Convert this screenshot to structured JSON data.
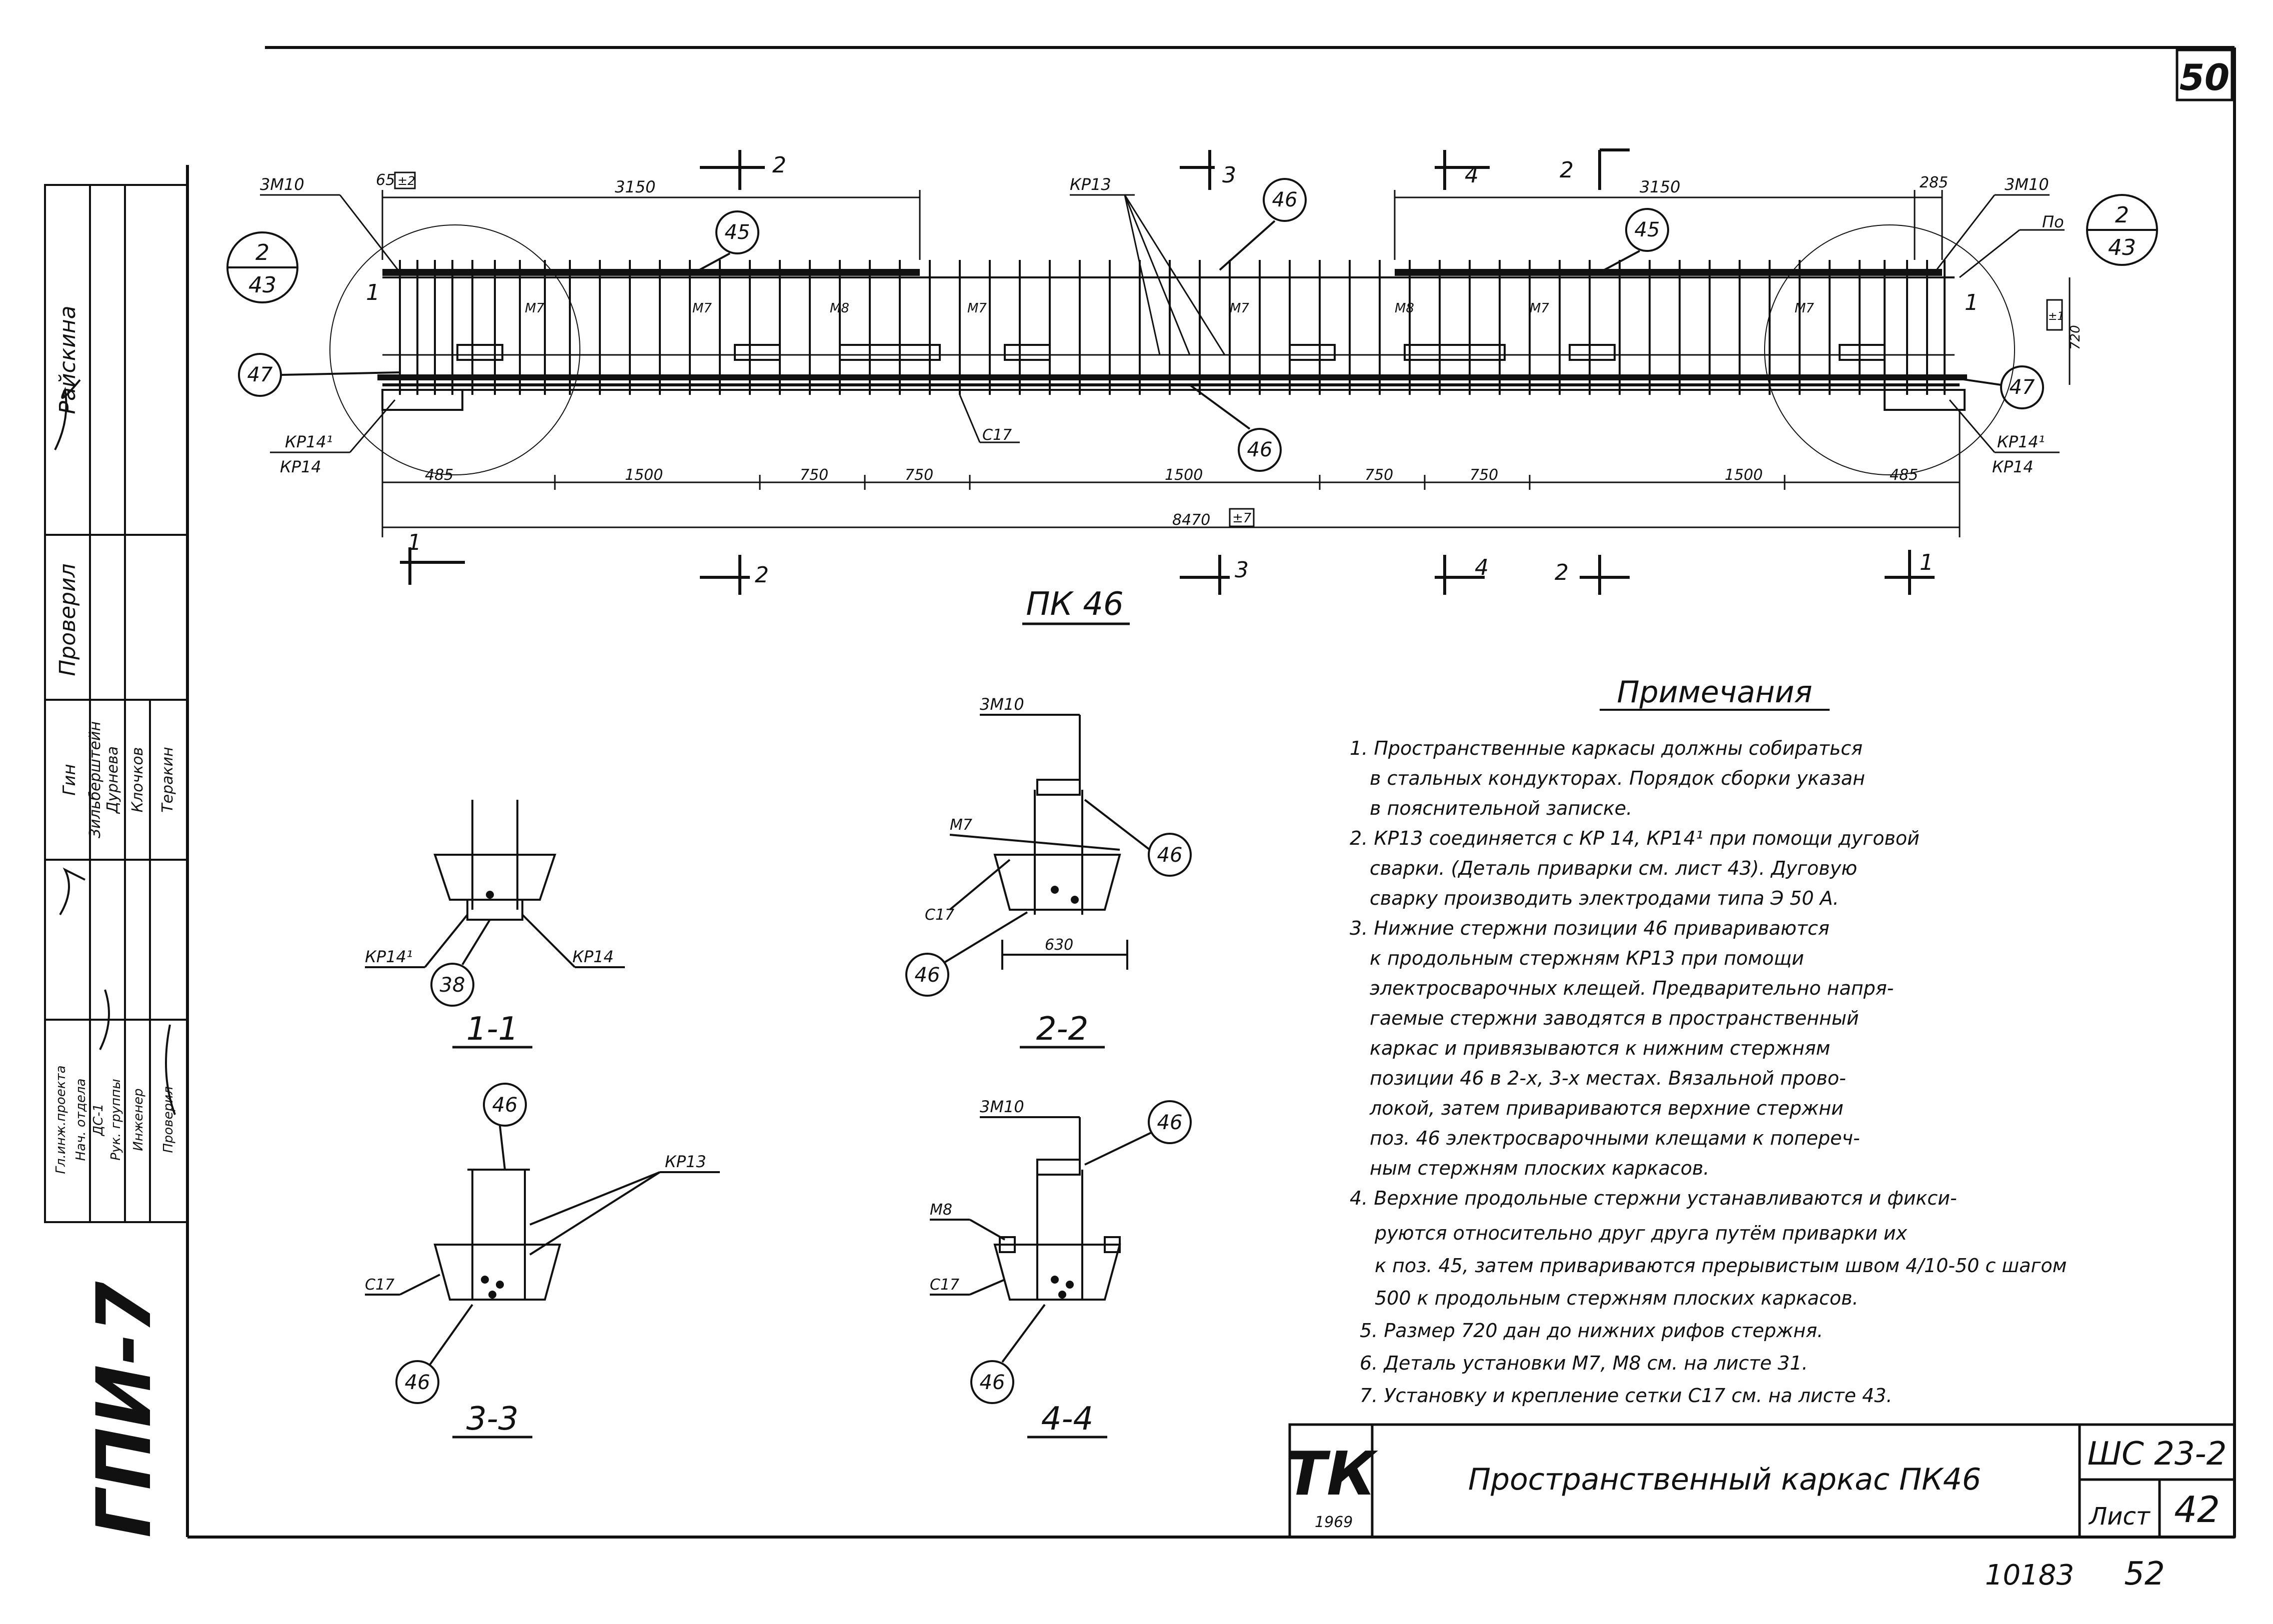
{
  "sheet_number": "50",
  "stamp": "ГПИ-7",
  "side_block": {
    "positions": [
      "Гл.инж.проекта",
      "Нач. отдела",
      "ДС-1",
      "Рук. группы",
      "Инженер",
      "Проверил"
    ],
    "names": [
      "Гин",
      "Зильберштейн",
      "Дурнева",
      "Клочков",
      "Теракин"
    ],
    "checked_label": "Проверил",
    "top_name": "Райскина"
  },
  "main_drawing": {
    "title": "ПК 46",
    "labels": {
      "bar_3m10_left": "3М10",
      "bar_3m10_right": "3М10",
      "kr13": "КР13",
      "kr14_1_left": "КР14¹",
      "kr14_left": "КР14",
      "kr14_1_right": "КР14¹",
      "kr14_right": "КР14",
      "c17": "С17",
      "po": "По",
      "m7": "М7",
      "m8": "М8"
    },
    "top_dims": {
      "d65": "65",
      "tol_left": "±2",
      "d3150_l": "3150",
      "d3150_r": "3150",
      "d285": "285",
      "tol_right": "±1"
    },
    "bottom_dims": [
      "485",
      "1500",
      "750",
      "750",
      "1500",
      "750",
      "750",
      "1500",
      "485"
    ],
    "overall_dim": "8470",
    "overall_tol": "±7",
    "height_dim": "720",
    "callouts": {
      "c45": "45",
      "c46": "46",
      "c47": "47"
    },
    "detail_ref": {
      "num": "2",
      "sheet": "43"
    },
    "section_marks": {
      "s1": "1",
      "s2": "2",
      "s3": "3",
      "s4": "4"
    }
  },
  "sections": {
    "s11": {
      "title": "1-1",
      "kr14_1": "КР14¹",
      "kr14": "КР14",
      "pos": "38"
    },
    "s22": {
      "title": "2-2",
      "bar": "3М10",
      "m7": "М7",
      "c17": "С17",
      "pos": "46",
      "dim": "630"
    },
    "s33": {
      "title": "3-3",
      "kr13": "КР13",
      "c17": "С17",
      "pos": "46"
    },
    "s44": {
      "title": "4-4",
      "bar": "3М10",
      "m8": "М8",
      "c17": "С17",
      "pos": "46"
    }
  },
  "notes": {
    "heading": "Примечания",
    "lines": [
      "1. Пространственные каркасы должны собираться",
      "в стальных кондукторах. Порядок сборки указан",
      "в пояснительной записке.",
      "2. КР13 соединяется с КР 14, КР14¹ при помощи дуговой",
      "сварки. (Деталь приварки см. лист 43). Дуговую",
      "сварку производить электродами типа Э 50 А.",
      "3. Нижние стержни позиции 46 привариваются",
      "к продольным стержням КР13 при помощи",
      "электросварочных клещей. Предварительно напря-",
      "гаемые стержни заводятся в пространственный",
      "каркас и привязываются к нижним стержням",
      "позиции 46 в 2-х, 3-х местах. Вязальной прово-",
      "локой, затем привариваются верхние стержни",
      "поз. 46 электросварочными клещами к попереч-",
      "ным стержням плоских каркасов.",
      "4. Верхние продольные стержни устанавливаются и фикси-",
      "руются относительно друг друга путём приварки их",
      "к поз. 45, затем привариваются прерывистым швом 4/10-50 с шагом",
      "500 к продольным стержням плоских каркасов.",
      "5. Размер 720 дан до нижних рифов стержня.",
      "6. Деталь установки М7, М8 см. на листе 31.",
      "7. Установку и крепление сетки С17 см. на листе 43."
    ]
  },
  "title_block": {
    "logo": "ТК",
    "year": "1969",
    "title": "Пространственный каркас ПК46",
    "series": "ШС 23-2",
    "sheet_label": "Лист",
    "sheet": "42",
    "footer_left": "10183",
    "footer_right": "52"
  }
}
